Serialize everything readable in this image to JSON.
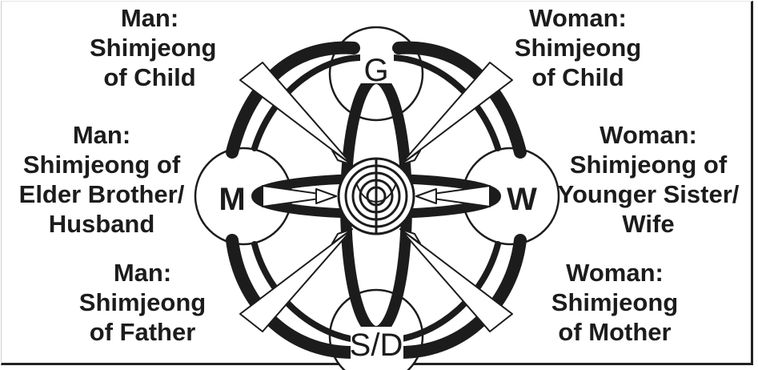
{
  "nodes": {
    "top": "G",
    "left": "M",
    "right": "W",
    "bottom": "S/D"
  },
  "labels": {
    "man_child": [
      "Man:",
      "Shimjeong",
      "of Child"
    ],
    "woman_child": [
      "Woman:",
      "Shimjeong",
      "of Child"
    ],
    "man_elder_brother": [
      "Man:",
      "Shimjeong of",
      "Elder Brother/",
      "Husband"
    ],
    "woman_younger_sister": [
      "Woman:",
      "Shimjeong of",
      "Younger Sister/",
      "Wife"
    ],
    "man_father": [
      "Man:",
      "Shimjeong",
      "of Father"
    ],
    "woman_mother": [
      "Woman:",
      "Shimjeong",
      "of Mother"
    ]
  },
  "colors": {
    "ink": "#1c1c1c",
    "background": "#ffffff"
  }
}
